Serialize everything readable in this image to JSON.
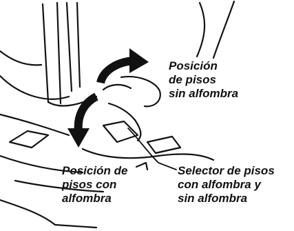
{
  "labels": {
    "no_carpet_position": [
      "Posición",
      "de pisos",
      "sin alfombra"
    ],
    "carpet_position": [
      "Posición de",
      "pisos con",
      "alfombra"
    ],
    "floor_selector": [
      "Selector de pisos",
      "con alfombra y",
      "sin alfombra"
    ]
  },
  "colors": {
    "ink": "#111111",
    "background": "#ffffff"
  }
}
